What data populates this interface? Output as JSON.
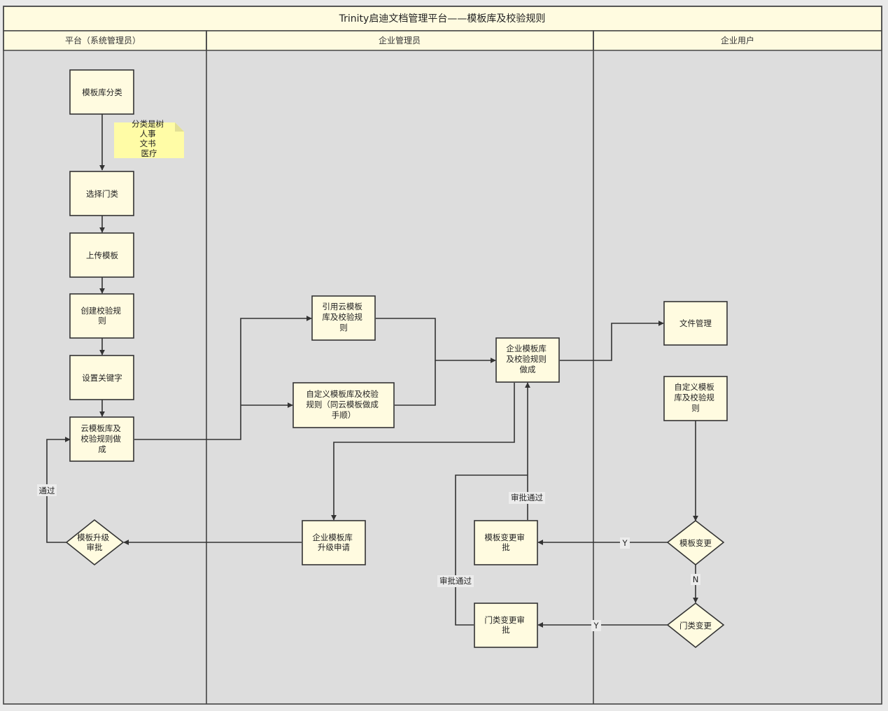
{
  "diagram": {
    "title": "Trinity启迪文档管理平台——模板库及校验规则",
    "lanes": [
      {
        "id": "platform",
        "label": "平台（系统管理员）"
      },
      {
        "id": "enterprise_admin",
        "label": "企业管理员"
      },
      {
        "id": "enterprise_user",
        "label": "企业用户"
      }
    ],
    "nodes": [
      {
        "id": "n1",
        "lane": "platform",
        "shape": "rect",
        "lines": [
          "模板库分类"
        ]
      },
      {
        "id": "n2",
        "lane": "platform",
        "shape": "rect",
        "lines": [
          "选择门类"
        ]
      },
      {
        "id": "n3",
        "lane": "platform",
        "shape": "rect",
        "lines": [
          "上传模板"
        ]
      },
      {
        "id": "n4",
        "lane": "platform",
        "shape": "rect",
        "lines": [
          "创建校验规",
          "则"
        ]
      },
      {
        "id": "n5",
        "lane": "platform",
        "shape": "rect",
        "lines": [
          "设置关键字"
        ]
      },
      {
        "id": "n6",
        "lane": "platform",
        "shape": "rect",
        "lines": [
          "云模板库及",
          "校验规则做",
          "成"
        ]
      },
      {
        "id": "n7",
        "lane": "platform",
        "shape": "diamond",
        "lines": [
          "模板升级",
          "审批"
        ]
      },
      {
        "id": "n8",
        "lane": "enterprise_admin",
        "shape": "rect",
        "lines": [
          "引用云模板",
          "库及校验规",
          "则"
        ]
      },
      {
        "id": "n9",
        "lane": "enterprise_admin",
        "shape": "rect",
        "lines": [
          "自定义模板库及校验",
          "规则（同云模板做成",
          "手顺）"
        ]
      },
      {
        "id": "n10",
        "lane": "enterprise_admin",
        "shape": "rect",
        "lines": [
          "企业模板库",
          "及校验规则",
          "做成"
        ]
      },
      {
        "id": "n11",
        "lane": "enterprise_admin",
        "shape": "rect",
        "lines": [
          "企业模板库",
          "升级申请"
        ]
      },
      {
        "id": "n12",
        "lane": "enterprise_admin",
        "shape": "rect",
        "lines": [
          "模板变更审",
          "批"
        ]
      },
      {
        "id": "n13",
        "lane": "enterprise_admin",
        "shape": "rect",
        "lines": [
          "门类变更审",
          "批"
        ]
      },
      {
        "id": "n14",
        "lane": "enterprise_user",
        "shape": "rect",
        "lines": [
          "文件管理"
        ]
      },
      {
        "id": "n15",
        "lane": "enterprise_user",
        "shape": "rect",
        "lines": [
          "自定义模板",
          "库及校验规",
          "则"
        ]
      },
      {
        "id": "n16",
        "lane": "enterprise_user",
        "shape": "diamond",
        "lines": [
          "模板变更"
        ]
      },
      {
        "id": "n17",
        "lane": "enterprise_user",
        "shape": "diamond",
        "lines": [
          "门类变更"
        ]
      }
    ],
    "note": {
      "lines": [
        "分类是树",
        "人事",
        "文书",
        "医疗"
      ]
    },
    "edges": [
      {
        "from": "n1",
        "to": "n2",
        "label": ""
      },
      {
        "from": "n2",
        "to": "n3",
        "label": ""
      },
      {
        "from": "n3",
        "to": "n4",
        "label": ""
      },
      {
        "from": "n4",
        "to": "n5",
        "label": ""
      },
      {
        "from": "n5",
        "to": "n6",
        "label": ""
      },
      {
        "from": "n6",
        "to": "n8",
        "label": ""
      },
      {
        "from": "n6",
        "to": "n9",
        "label": ""
      },
      {
        "from": "n8",
        "to": "n10",
        "label": ""
      },
      {
        "from": "n9",
        "to": "n10",
        "label": ""
      },
      {
        "from": "n10",
        "to": "n14",
        "label": ""
      },
      {
        "from": "n10",
        "to": "n11",
        "label": ""
      },
      {
        "from": "n11",
        "to": "n7",
        "label": ""
      },
      {
        "from": "n7",
        "to": "n6",
        "label": "通过"
      },
      {
        "from": "n15",
        "to": "n16",
        "label": ""
      },
      {
        "from": "n16",
        "to": "n12",
        "label": "Y"
      },
      {
        "from": "n16",
        "to": "n17",
        "label": "N"
      },
      {
        "from": "n17",
        "to": "n13",
        "label": "Y"
      },
      {
        "from": "n12",
        "to": "n10",
        "label": "审批通过"
      },
      {
        "from": "n13",
        "to": "n10",
        "label": "审批通过"
      }
    ]
  }
}
